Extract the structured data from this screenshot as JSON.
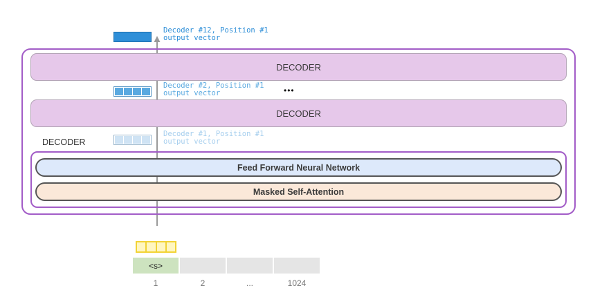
{
  "top_output": {
    "label_line1": "Decoder #12, Position #1",
    "label_line2": "output vector",
    "color": "#2f8fd8"
  },
  "decoder_bars": [
    {
      "label": "DECODER"
    },
    {
      "label": "DECODER"
    }
  ],
  "mid_output": {
    "label_line1": "Decoder #2, Position #1",
    "label_line2": "output vector",
    "color": "#5aa9e0",
    "ellipsis": "•••"
  },
  "low_output": {
    "label_line1": "Decoder #1, Position #1",
    "label_line2": "output vector",
    "color": "#a7cfee"
  },
  "decoder_block": {
    "label": "DECODER",
    "feed_forward": "Feed Forward Neural Network",
    "self_attention": "Masked Self-Attention",
    "feed_forward_color": "#dde9fb",
    "self_attention_color": "#fbe8d9"
  },
  "input_embedding_color": "#f2d335",
  "token_sequence": {
    "tokens": [
      "<s>",
      "",
      "",
      ""
    ],
    "positions": [
      "1",
      "2",
      "...",
      "1024"
    ],
    "active_color": "#cde3bf",
    "inactive_color": "#e5e5e5"
  },
  "colors": {
    "stack_border": "#a25cc7",
    "decoder_fill": "#e6c8ea",
    "arrow": "#9a9a9a"
  }
}
